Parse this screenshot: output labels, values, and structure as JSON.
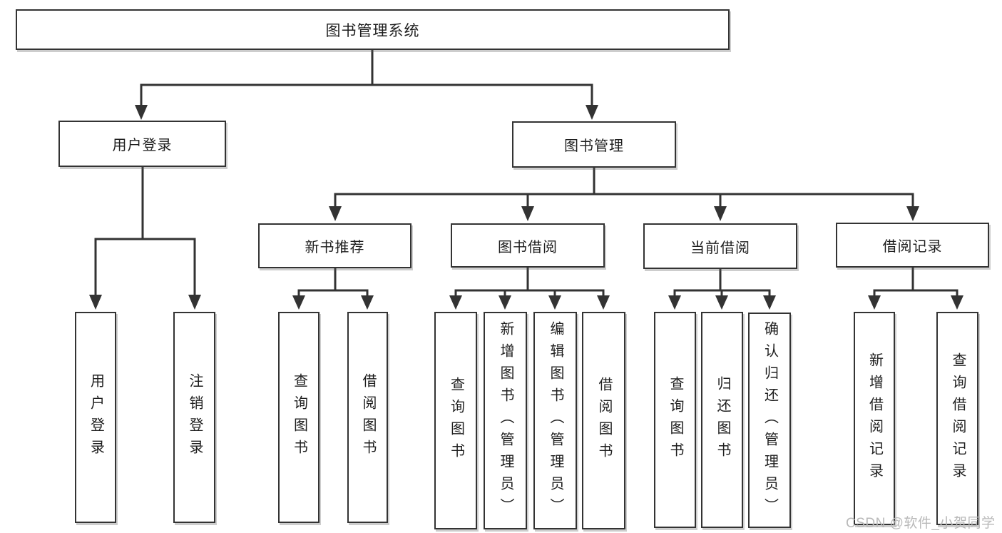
{
  "diagram": {
    "root_label": "图书管理系统",
    "branches": {
      "user_login": {
        "label": "用户登录",
        "children": [
          "用户登录",
          "注销登录"
        ]
      },
      "book_management": {
        "label": "图书管理",
        "sections": [
          {
            "label": "新书推荐",
            "children": [
              "查询图书",
              "借阅图书"
            ]
          },
          {
            "label": "图书借阅",
            "children": [
              "查询图书",
              "新增图书（管理员）",
              "编辑图书（管理员）",
              "借阅图书"
            ]
          },
          {
            "label": "当前借阅",
            "children": [
              "查询图书",
              "归还图书",
              "确认归还（管理员）"
            ]
          },
          {
            "label": "借阅记录",
            "children": [
              "新增借阅记录",
              "查询借阅记录"
            ]
          }
        ]
      }
    },
    "watermark": "CSDN @软件_小贺同学",
    "colors": {
      "line": "#333333",
      "text": "#1e1e1e",
      "background": "#ffffff",
      "watermark": "#b9b9b9"
    }
  }
}
